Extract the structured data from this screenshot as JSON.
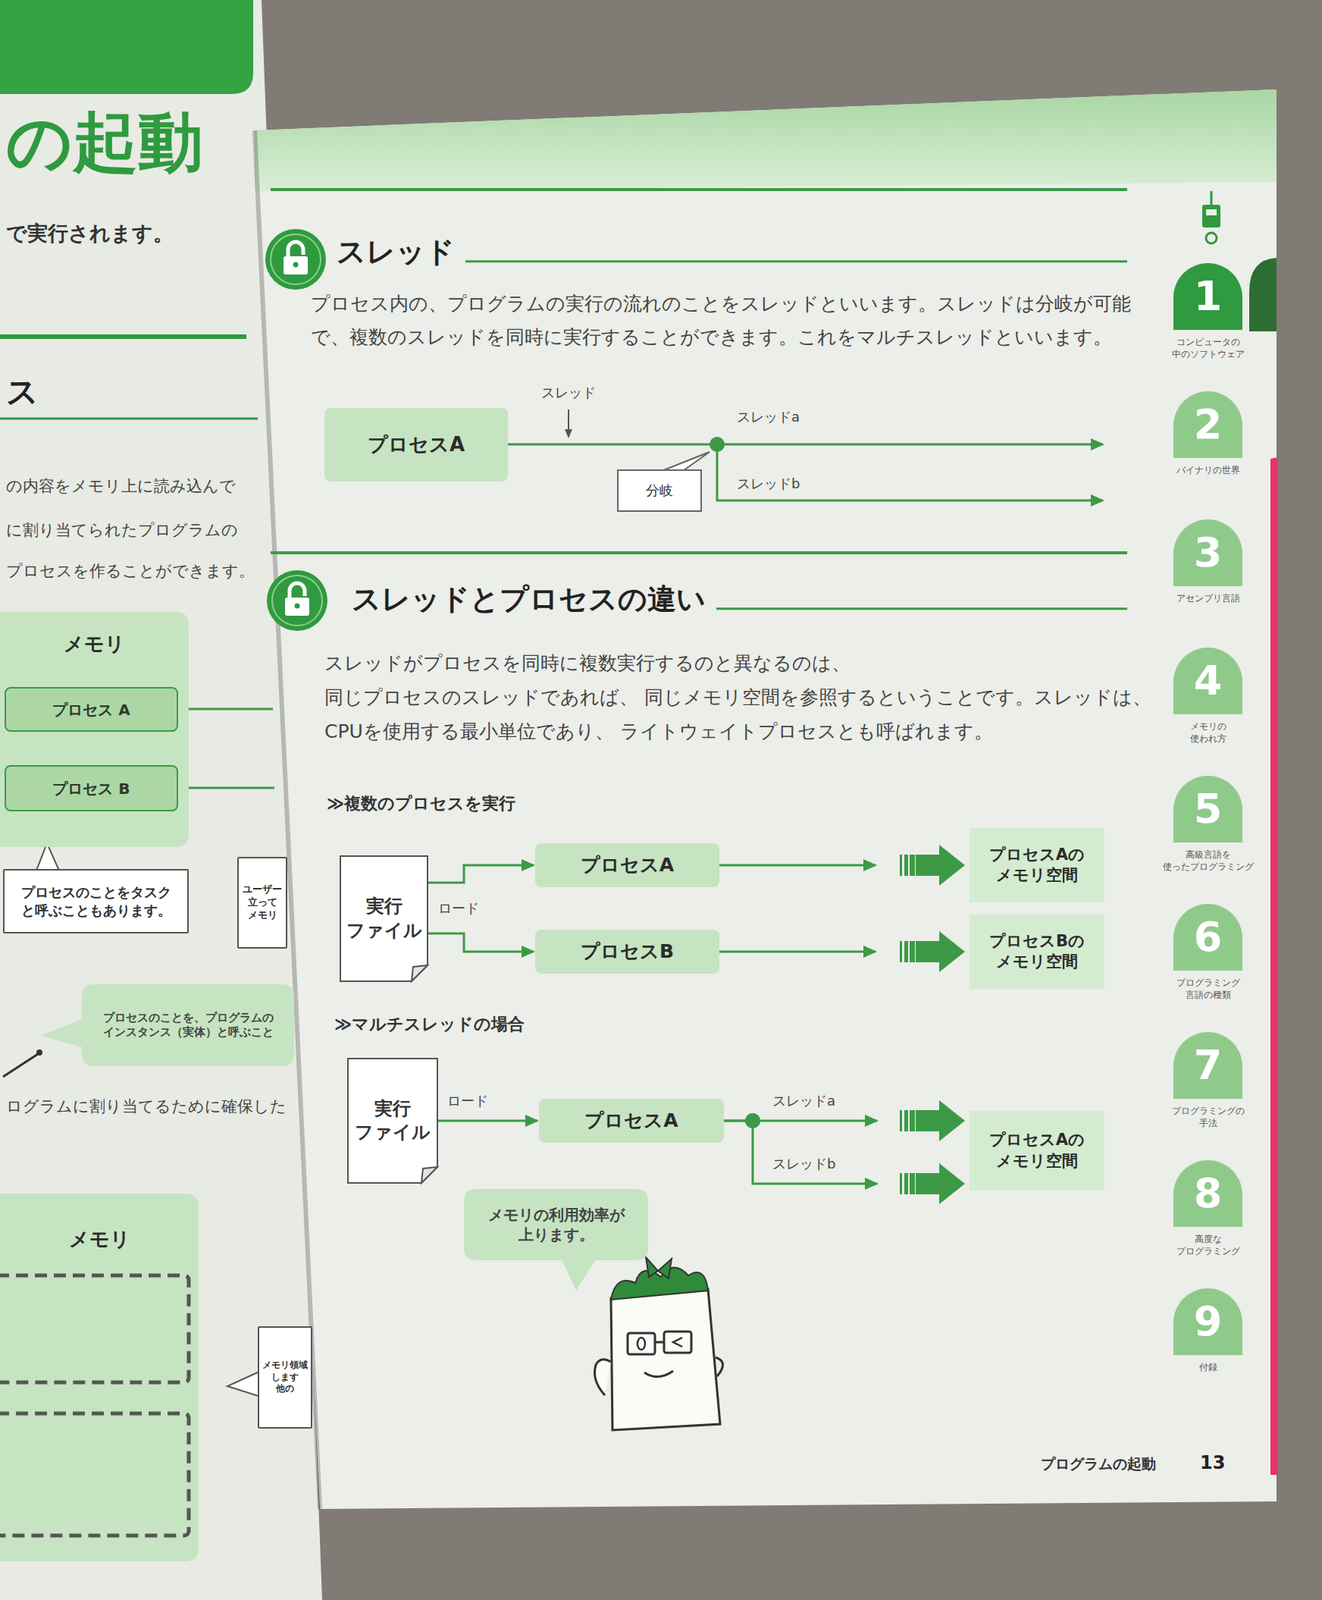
{
  "diagram": {
    "nodes": [
      {
        "text": [
          "メモリ"
        ]
      },
      {
        "text": [
          "プロセス A"
        ],
        "in": 0
      },
      {
        "text": [
          "プロセス B"
        ],
        "in": 0
      },
      {
        "text": [
          "プロセスのことをタスク と呼ぶこともあります。"
        ]
      },
      {
        "text": [
          "ユーザー 立って メモリ"
        ]
      },
      {
        "text": [
          "プロセスのことを、プログラムの インスタンス（実体）と呼ぶこと"
        ]
      },
      {
        "text": [
          "メモリ"
        ]
      },
      {
        "text": [
          "メモリ領域 します 他の"
        ]
      },
      {
        "text": [
          "プロセスA"
        ]
      },
      {
        "text": [
          "分岐"
        ]
      },
      {
        "text": [
          "実行 ファイル"
        ]
      },
      {
        "text": [
          "プロセスA"
        ]
      },
      {
        "text": [
          "プロセスB"
        ]
      },
      {
        "text": [
          "プロセスAの メモリ空間"
        ]
      },
      {
        "text": [
          "プロセスBの メモリ空間"
        ]
      },
      {
        "text": [
          "実行 ファイル"
        ]
      },
      {
        "text": [
          "プロセスA"
        ]
      },
      {
        "text": [
          "プロセスAの メモリ空間"
        ]
      },
      {
        "text": [
          "メモリの利用効率が 上ります。"
        ]
      },
      {
        "text": [
          "1",
          "コンピュータの 中のソフトウェア"
        ]
      },
      {
        "text": [
          "2",
          "バイナリの世界"
        ]
      },
      {
        "text": [
          "3",
          "アセンブリ言語"
        ]
      },
      {
        "text": [
          "4",
          "メモリの 使われ方"
        ]
      },
      {
        "text": [
          "5",
          "高級言語を 使ったプログラミング"
        ]
      },
      {
        "text": [
          "6",
          "プログラミング 言語の種類"
        ]
      },
      {
        "text": [
          "7",
          "プログラミングの 手法"
        ]
      },
      {
        "text": [
          "8",
          "高度な プログラミング"
        ]
      },
      {
        "text": [
          "9",
          "付録"
        ]
      }
    ],
    "edges": [
      {
        "from": 10,
        "to": 11,
        "arrow": "to"
      },
      {
        "from": 10,
        "to": 12,
        "arrow": "to"
      },
      {
        "from": 11,
        "to": 13,
        "arrow": "to"
      },
      {
        "from": 12,
        "to": 14,
        "arrow": "to"
      },
      {
        "from": 15,
        "to": 16,
        "label": "ロード",
        "arrow": "to"
      },
      {
        "from": 16,
        "to": 17,
        "label": "スレッドa",
        "arrow": "to"
      },
      {
        "from": 16,
        "to": 17,
        "label": "スレッドb",
        "arrow": "to"
      }
    ],
    "labels": [
      "の起動",
      "で実行されます。",
      "ス",
      "の内容をメモリ上に読み込んで",
      "に割り当てられたプログラムの",
      "プロセスを作ることができます。",
      "ログラムに割り当てるために確保した",
      "スレッド",
      "プロセス内の、プログラムの実行の流れのことをスレッドといいます。スレッドは分岐が可能 で、複数のスレッドを同時に実行することができます。これをマルチスレッドといいます。",
      "スレッド",
      "スレッドa",
      "スレッドb",
      "スレッドとプロセスの違い",
      "スレッドがプロセスを同時に複数実行するのと異なるのは、同じプロセスのスレッドであれば、 同じメモリ空間を参照するということです。スレッドは、CPUを使用する最小単位であり、 ライトウェイトプロセスとも呼ばれます。",
      "≫複数のプロセスを実行",
      "ロード",
      "≫マルチスレッドの場合",
      "プログラムの起動",
      "13"
    ]
  }
}
